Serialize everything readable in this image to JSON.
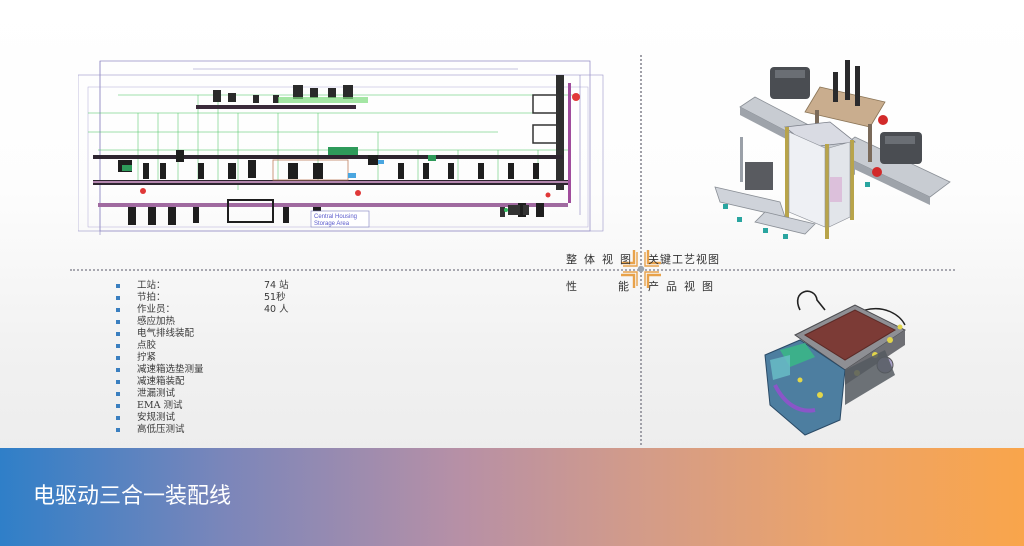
{
  "slide": {
    "title": "电驱动三合一装配线",
    "banner_colors": [
      "#2f7fc8",
      "#b790a6",
      "#f9a54b"
    ]
  },
  "layout_drawing": {
    "label_line1": "Central Housing",
    "label_line2": "Storage Area"
  },
  "quadrants": {
    "overall_view": "整体视图",
    "key_process_view": "关键工艺视图",
    "performance": {
      "char1": "性",
      "char2": "能"
    },
    "product_view": "产品视图",
    "accent_color": "#e8a24a"
  },
  "specs": {
    "bullet_color": "#3a7fc0",
    "items": [
      {
        "label": "工站：",
        "value": "74 站"
      },
      {
        "label": "节拍：",
        "value": "51秒"
      },
      {
        "label": "作业员：",
        "value": "40 人"
      },
      {
        "label": "感应加热"
      },
      {
        "label": "电气排线装配"
      },
      {
        "label": "点胶"
      },
      {
        "label": "拧紧"
      },
      {
        "label": "减速箱选垫测量"
      },
      {
        "label": "减速箱装配"
      },
      {
        "label": "泄漏测试"
      },
      {
        "label": "EMA 测试"
      },
      {
        "label": "安规测试"
      },
      {
        "label": "高低压测试"
      }
    ]
  }
}
